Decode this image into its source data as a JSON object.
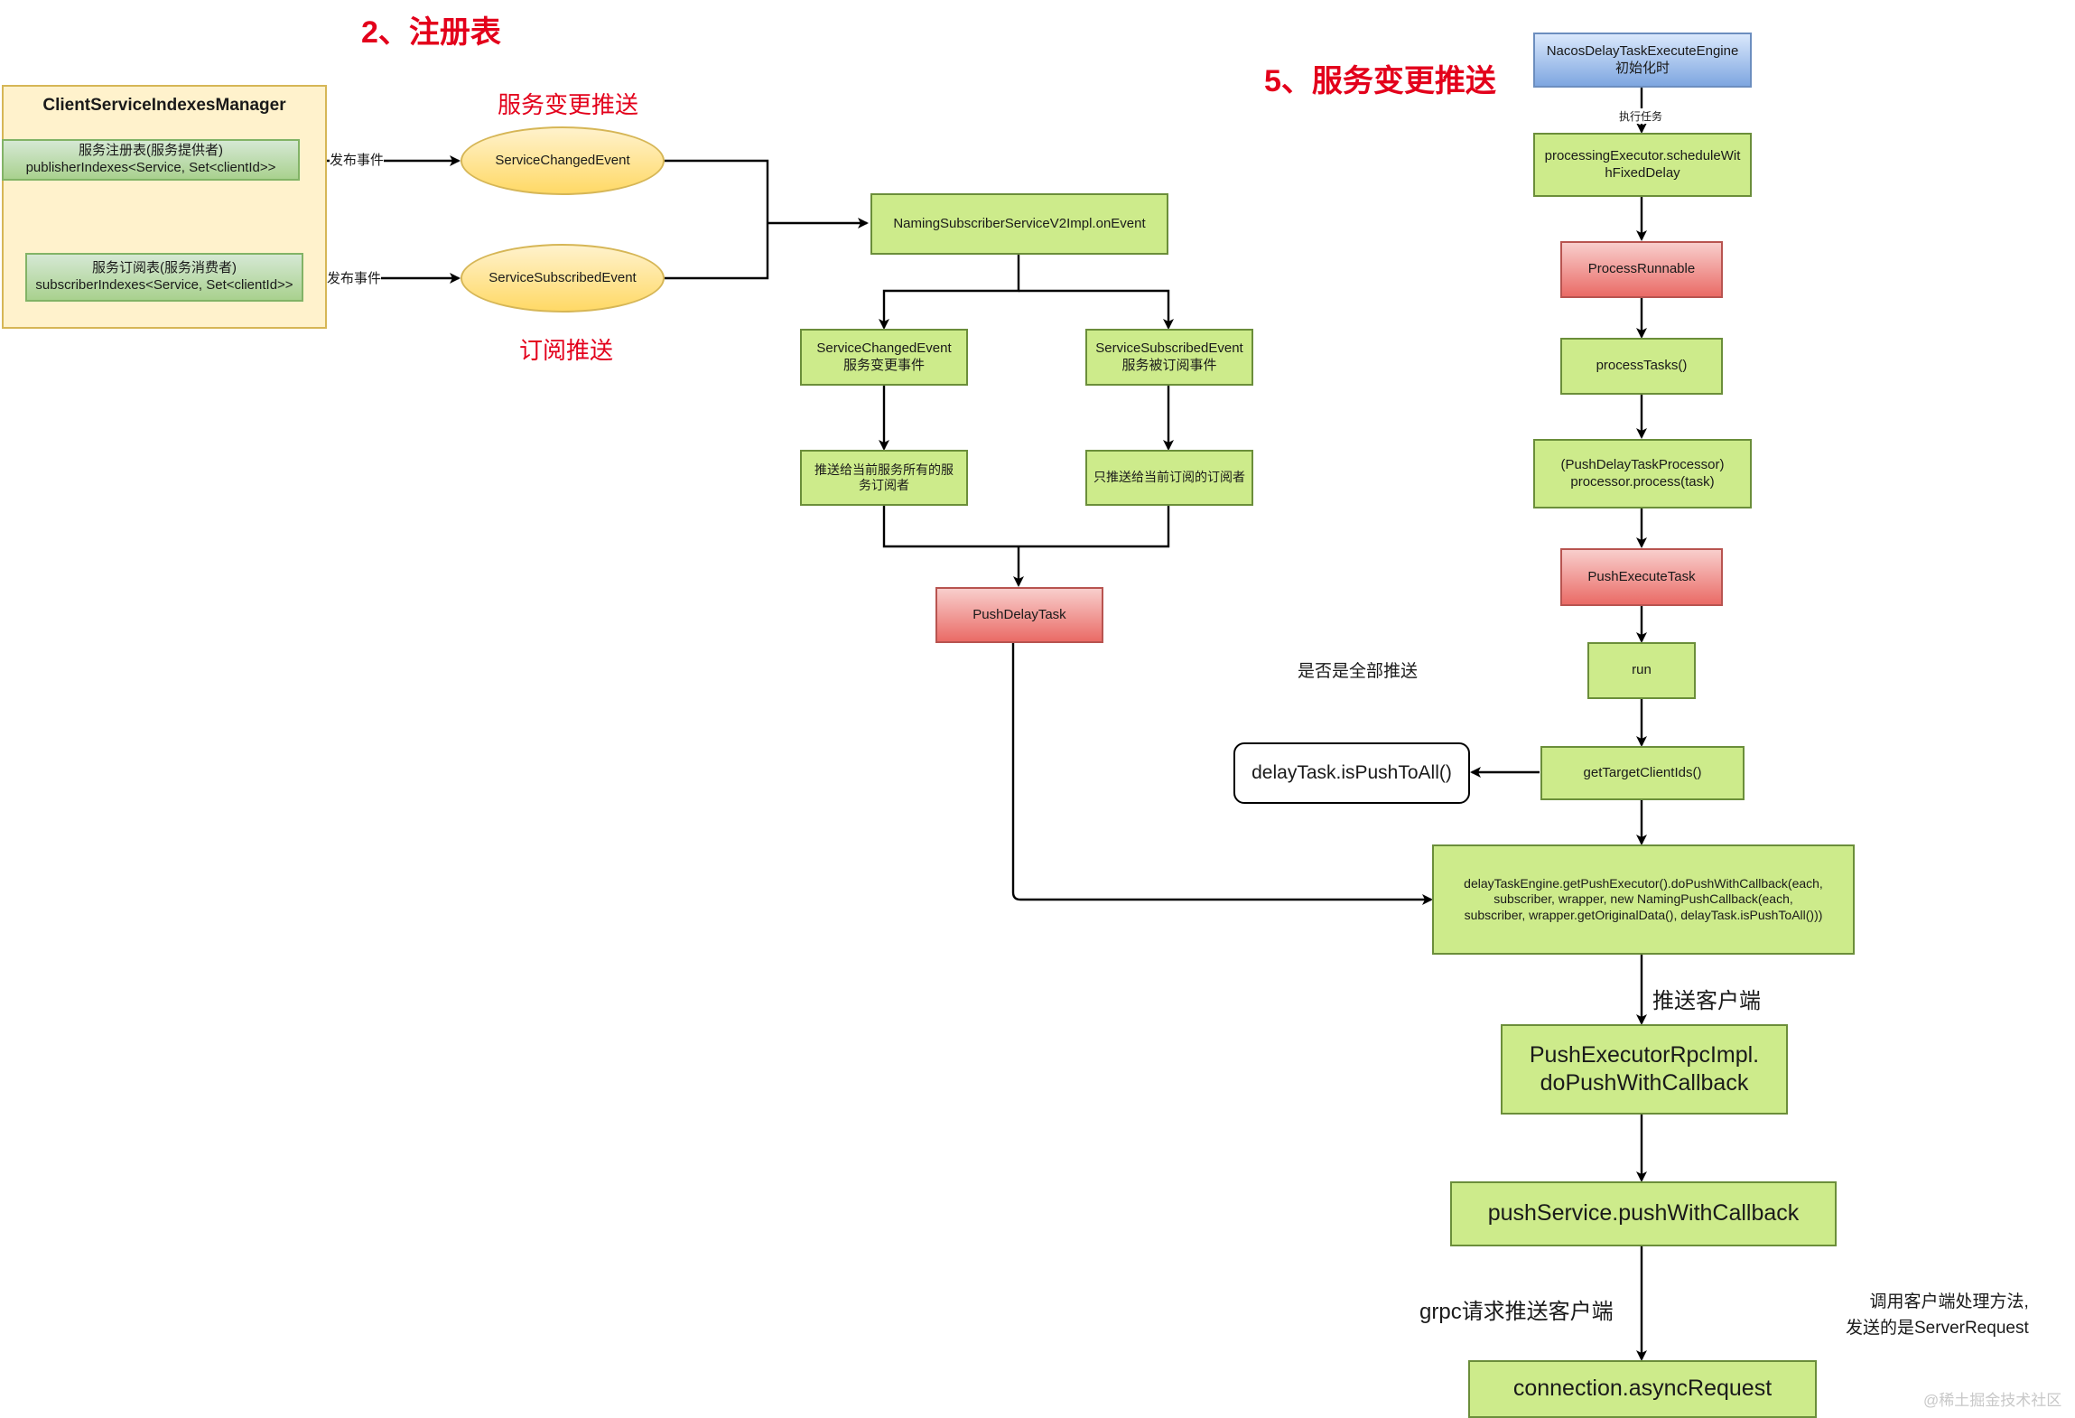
{
  "titles": {
    "registry": "2、注册表",
    "change_push": "5、服务变更推送"
  },
  "manager": {
    "title": "ClientServiceIndexesManager",
    "publisher_line1": "服务注册表(服务提供者)",
    "publisher_line2": "publisherIndexes<Service, Set<clientId>>",
    "subscriber_line1": "服务订阅表(服务消费者)",
    "subscriber_line2": "subscriberIndexes<Service, Set<clientId>>"
  },
  "events": {
    "publish_label_1": "发布事件",
    "publish_label_2": "发布事件",
    "service_changed": "ServiceChangedEvent",
    "service_subscribed": "ServiceSubscribedEvent",
    "change_push_label": "服务变更推送",
    "subscribe_push_label": "订阅推送"
  },
  "left_flow": {
    "on_event": "NamingSubscriberServiceV2Impl.onEvent",
    "changed_line1": "ServiceChangedEvent",
    "changed_line2": "服务变更事件",
    "subscribed_line1": "ServiceSubscribedEvent",
    "subscribed_line2": "服务被订阅事件",
    "push_all_line1": "推送给当前服务所有的服",
    "push_all_line2": "务订阅者",
    "push_current": "只推送给当前订阅的订阅者",
    "push_delay_task": "PushDelayTask"
  },
  "right_flow": {
    "engine_line1": "NacosDelayTaskExecuteEngine",
    "engine_line2": "初始化时",
    "execute_task_label": "执行任务",
    "schedule_line1": "processingExecutor.scheduleWit",
    "schedule_line2": "hFixedDelay",
    "process_runnable": "ProcessRunnable",
    "process_tasks": "processTasks()",
    "processor_line1": "(PushDelayTaskProcessor)",
    "processor_line2": "processor.process(task)",
    "push_execute_task": "PushExecuteTask",
    "run": "run",
    "get_target": "getTargetClientIds()",
    "is_push_all": "delayTask.isPushToAll()",
    "is_push_all_question": "是否是全部推送",
    "do_push_line1": "delayTaskEngine.getPushExecutor().doPushWithCallback(each,",
    "do_push_line2": "subscriber, wrapper, new NamingPushCallback(each,",
    "do_push_line3": "subscriber, wrapper.getOriginalData(), delayTask.isPushToAll()))",
    "push_client_label": "推送客户端",
    "rpc_line1": "PushExecutorRpcImpl.",
    "rpc_line2": "doPushWithCallback",
    "push_service": "pushService.pushWithCallback",
    "grpc_label": "grpc请求推送客户端",
    "call_note_line1": "调用客户端处理方法,",
    "call_note_line2": "发送的是ServerRequest",
    "async_request": "connection.asyncRequest"
  },
  "watermark": "@稀土掘金技术社区"
}
